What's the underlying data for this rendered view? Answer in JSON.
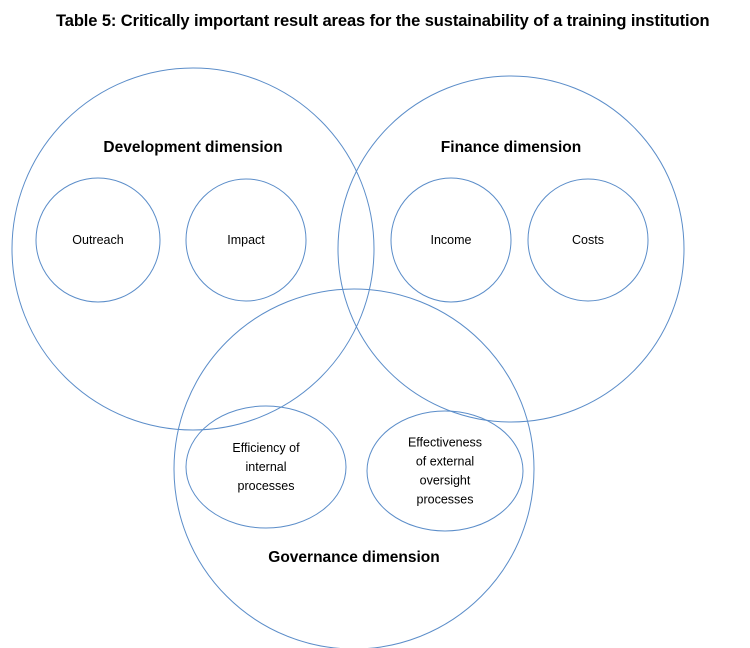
{
  "title": "Table 5: Critically important result areas for the sustainability of a training institution",
  "colors": {
    "circle_stroke": "#5b8dc9"
  },
  "dimensions": [
    {
      "label": "Development dimension",
      "areas": [
        [
          "Outreach"
        ],
        [
          "Impact"
        ]
      ]
    },
    {
      "label": "Finance dimension",
      "areas": [
        [
          "Income"
        ],
        [
          "Costs"
        ]
      ]
    },
    {
      "label": "Governance dimension",
      "areas": [
        [
          "Efficiency of",
          "internal",
          "processes"
        ],
        [
          "Effectiveness",
          "of external",
          "oversight",
          "processes"
        ]
      ]
    }
  ]
}
